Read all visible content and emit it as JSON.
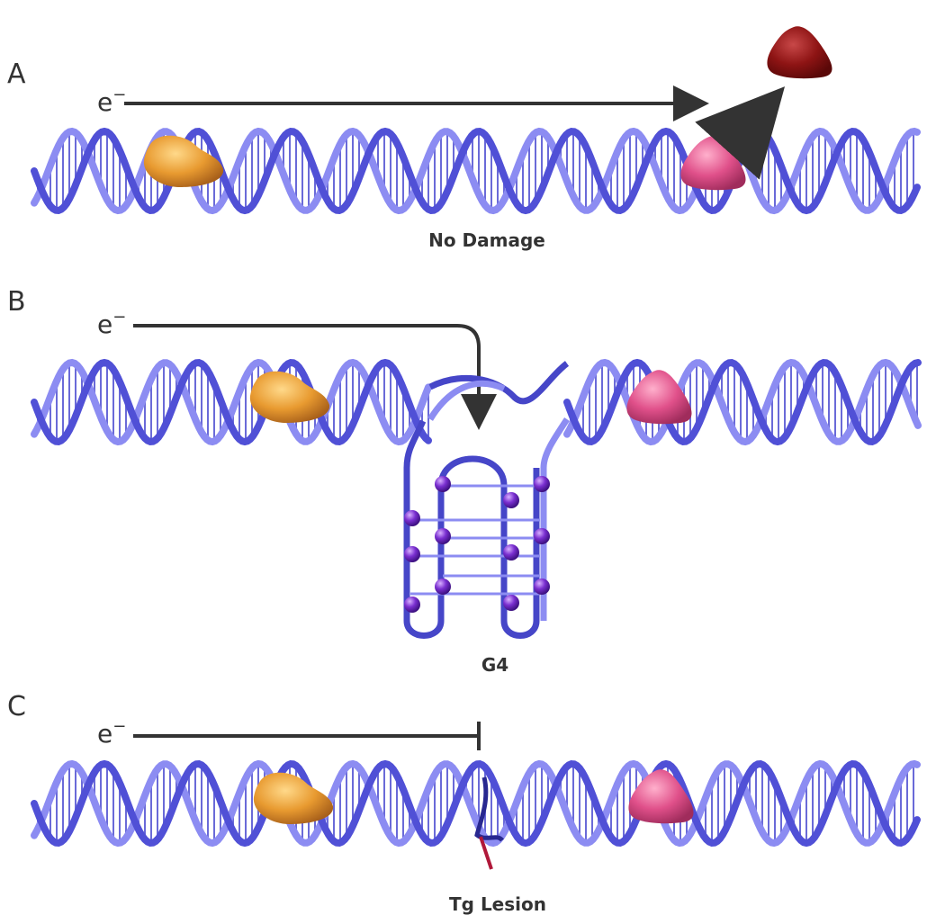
{
  "panels": {
    "a": {
      "letter": "A",
      "electron": "e",
      "electron_sup": "−",
      "caption": "No Damage"
    },
    "b": {
      "letter": "B",
      "electron": "e",
      "electron_sup": "−",
      "caption": "G4"
    },
    "c": {
      "letter": "C",
      "electron": "e",
      "electron_sup": "−",
      "caption": "Tg Lesion"
    }
  },
  "colors": {
    "strand_light": "#8c8cf2",
    "strand_dark": "#5050d6",
    "base_pair": "#6a6ad8",
    "g4_strand": "#4646c8",
    "g4_ball": "#7a2fd0",
    "arrow": "#333333",
    "protein_orange": "#e89a30",
    "protein_pink": "#e0508a",
    "protein_dark_red": "#8e1414",
    "lesion": "#b0183a"
  },
  "icons": {
    "orange_protein": "repair-protein-orange-icon",
    "pink_protein": "repair-protein-pink-icon",
    "released_protein": "released-protein-icon"
  }
}
